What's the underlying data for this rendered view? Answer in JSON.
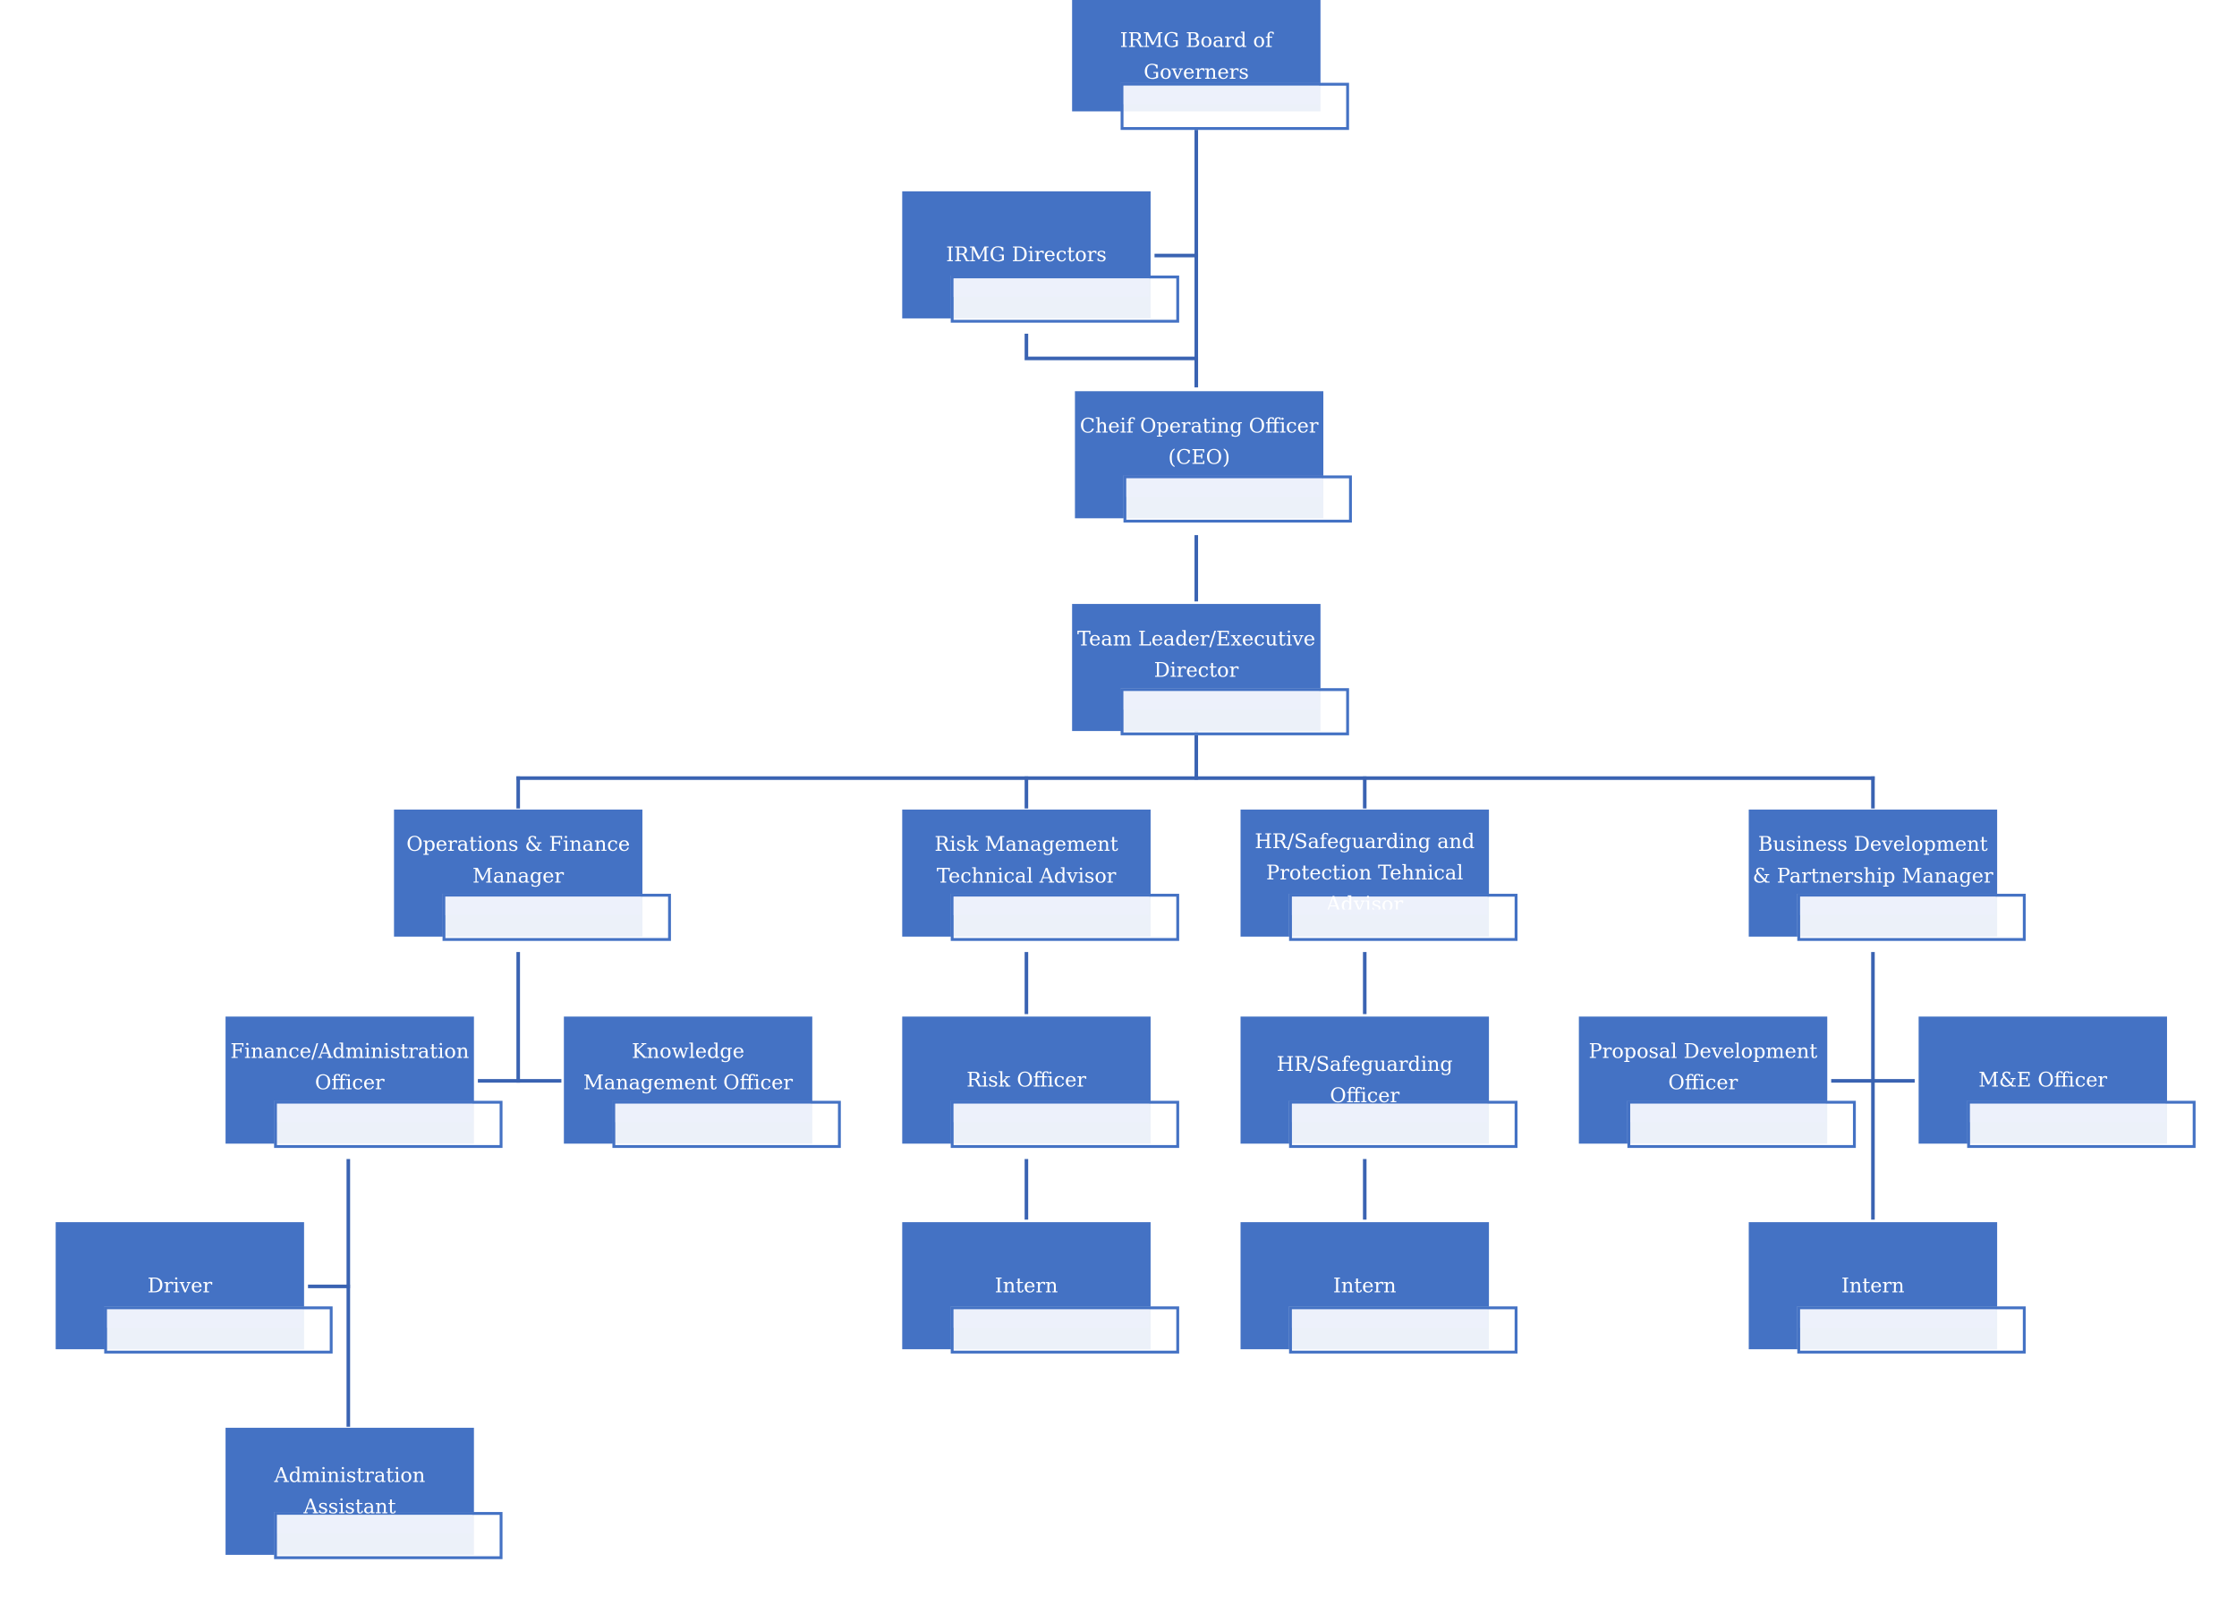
{
  "colors": {
    "box_fill": "#4472c4",
    "connector": "#3a63b2",
    "box_text": "#ffffff",
    "sub_fill": "#edf1fb"
  },
  "nodes": {
    "board": {
      "label": "IRMG Board of Governers"
    },
    "directors": {
      "label": "IRMG Directors"
    },
    "coo": {
      "label": "Cheif Operating Officer (CEO)"
    },
    "team_leader": {
      "label": "Team Leader/Executive Director"
    },
    "ops_finance": {
      "label": "Operations & Finance Manager"
    },
    "risk_mgmt": {
      "label": "Risk Management Technical Advisor"
    },
    "hr_advisor": {
      "label": "HR/Safeguarding and Protection Tehnical Advisor"
    },
    "bizdev": {
      "label": "Business Development & Partnership Manager"
    },
    "fin_admin": {
      "label": "Finance/Administration Officer"
    },
    "knowledge": {
      "label": "Knowledge Management Officer"
    },
    "risk_officer": {
      "label": "Risk Officer"
    },
    "hr_officer": {
      "label": "HR/Safeguarding Officer"
    },
    "proposal": {
      "label": "Proposal Development Officer"
    },
    "me_officer": {
      "label": "M&E Officer"
    },
    "driver": {
      "label": "Driver"
    },
    "admin_asst": {
      "label": "Administration Assistant"
    },
    "intern_risk": {
      "label": "Intern"
    },
    "intern_hr": {
      "label": "Intern"
    },
    "intern_bizdev": {
      "label": "Intern"
    }
  }
}
